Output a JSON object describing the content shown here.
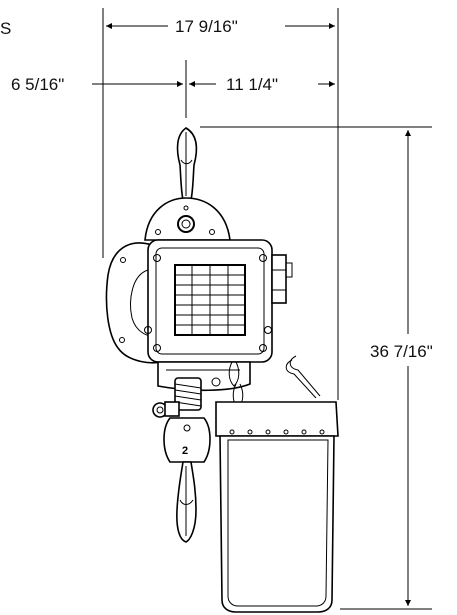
{
  "corner_label": "S",
  "dimensions": {
    "overall_width": "17 9/16\"",
    "left_offset": "6 5/16\"",
    "right_offset": "11 1/4\"",
    "overall_height": "36 7/16\""
  },
  "hook_mark": "2"
}
